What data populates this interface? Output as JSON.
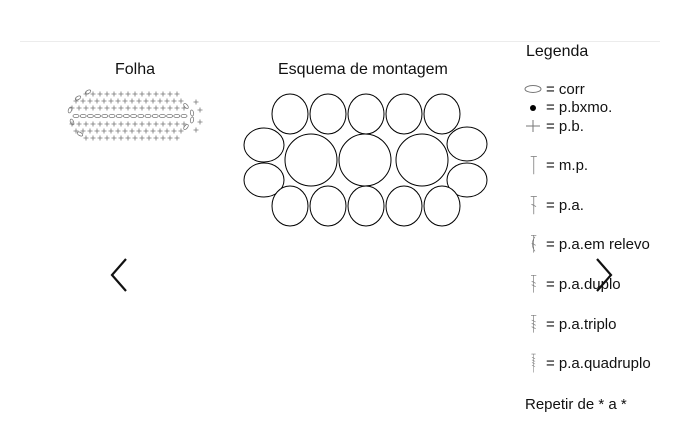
{
  "diagram": {
    "leaf_title": "Folha",
    "assembly_title": "Esquema de montagem"
  },
  "legend": {
    "title": "Legenda",
    "items": [
      {
        "icon": "chain-oval-icon",
        "label": "= corr"
      },
      {
        "icon": "slip-stitch-dot-icon",
        "label": "= p.bxmo."
      },
      {
        "icon": "single-crochet-cross-icon",
        "label": "= p.b."
      },
      {
        "icon": "half-double-crochet-icon",
        "label": "= m.p."
      },
      {
        "icon": "double-crochet-icon",
        "label": "= p.a."
      },
      {
        "icon": "relief-double-crochet-icon",
        "label": "= p.a.em relevo"
      },
      {
        "icon": "double-treble-icon",
        "label": "= p.a.duplo"
      },
      {
        "icon": "triple-treble-icon",
        "label": "= p.a.triplo"
      },
      {
        "icon": "quadruple-treble-icon",
        "label": "= p.a.quadruplo"
      }
    ],
    "repeat_note": "Repetir de * a *"
  },
  "navigation": {
    "prev_icon": "chevron-left-icon",
    "next_icon": "chevron-right-icon"
  }
}
